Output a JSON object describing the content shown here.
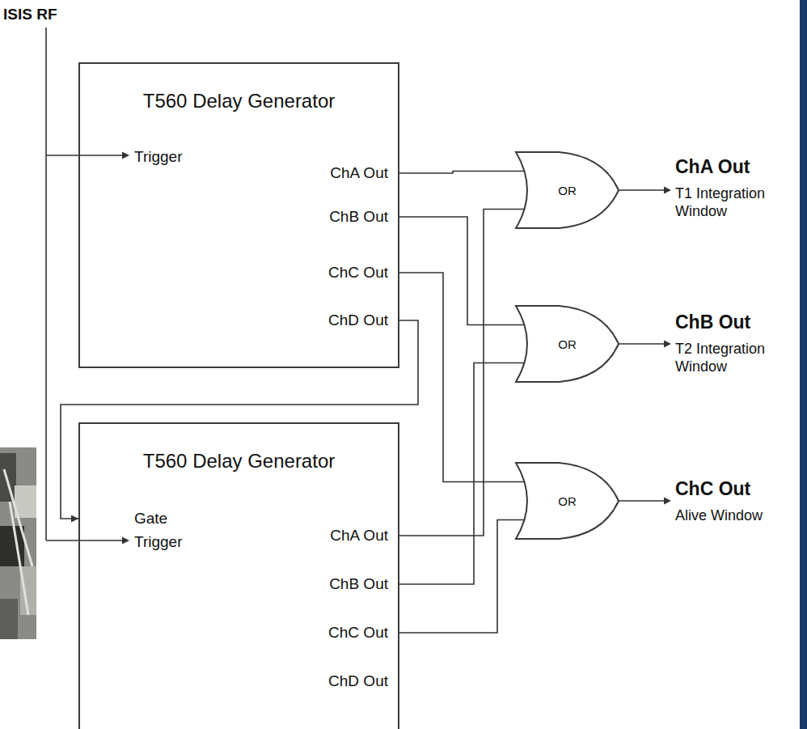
{
  "diagram": {
    "nodes": [
      {
        "text": [
          "T560 Delay Generator",
          "Trigger",
          "ChA Out",
          "ChB Out",
          "ChC Out",
          "ChD Out"
        ]
      },
      {
        "text": [
          "T560 Delay Generator",
          "Gate",
          "Trigger",
          "ChA Out",
          "ChB Out",
          "ChC Out",
          "ChD Out"
        ]
      },
      {
        "text": [
          "OR"
        ]
      },
      {
        "text": [
          "OR"
        ]
      },
      {
        "text": [
          "OR"
        ]
      }
    ],
    "edges": [
      {
        "from": 0,
        "to": 2,
        "arrow": "none"
      },
      {
        "from": 0,
        "to": 3,
        "arrow": "none"
      },
      {
        "from": 0,
        "to": 4,
        "arrow": "none"
      },
      {
        "from": 0,
        "to": 1,
        "arrow": "to"
      },
      {
        "from": 1,
        "to": 2,
        "arrow": "none"
      },
      {
        "from": 1,
        "to": 3,
        "arrow": "none"
      },
      {
        "from": 1,
        "to": 4,
        "arrow": "none"
      }
    ],
    "labels": [
      "ISIS RF",
      "ChA Out",
      "T1 Integration Window",
      "ChB Out",
      "T2 Integration Window",
      "ChC Out",
      "Alive Window"
    ]
  }
}
